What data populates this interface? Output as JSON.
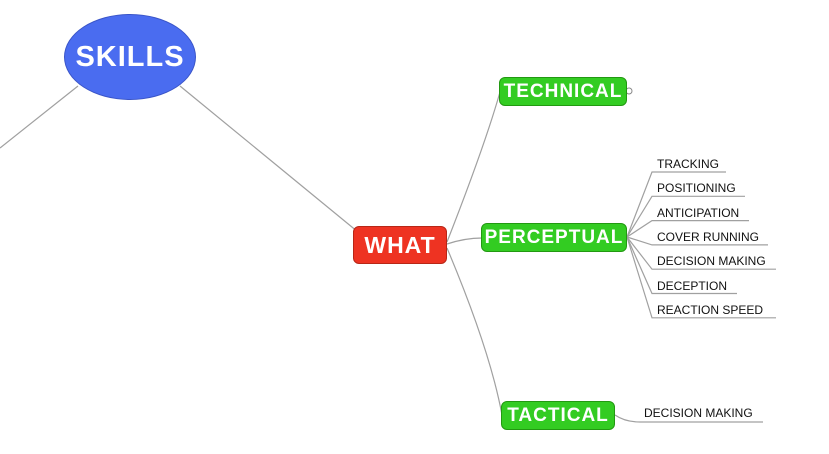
{
  "nodes": {
    "root": "SKILLS",
    "center": "WHAT",
    "technical": "TECHNICAL",
    "perceptual": "PERCEPTUAL",
    "tactical": "TACTICAL"
  },
  "perceptual_items": [
    "TRACKING",
    "POSITIONING",
    "ANTICIPATION",
    "COVER RUNNING",
    "DECISION MAKING",
    "DECEPTION",
    "REACTION SPEED"
  ],
  "tactical_items": [
    "DECISION MAKING"
  ],
  "colors": {
    "root": "#4a6cf0",
    "center": "#ee3322",
    "branch": "#33cc22",
    "connector": "#a0a0a0"
  }
}
